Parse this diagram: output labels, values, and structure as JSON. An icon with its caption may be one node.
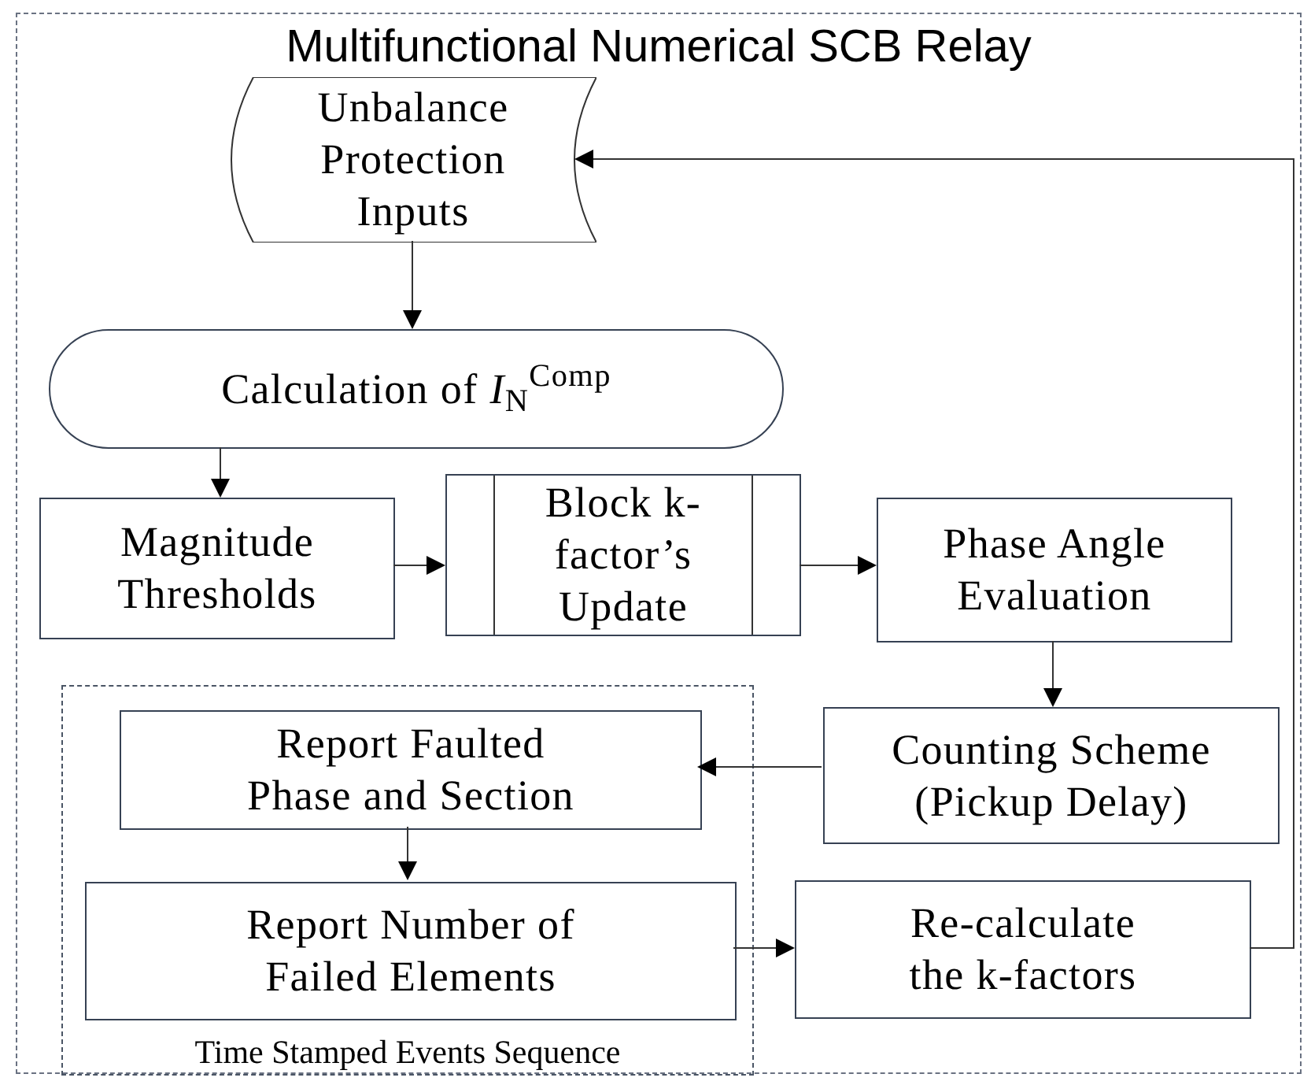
{
  "diagram": {
    "nodes": [
      {
        "text": [
          "Multifunctional Numerical SCB Relay"
        ]
      },
      {
        "text": [
          "Unbalance Protection Inputs"
        ],
        "in": 0
      },
      {
        "text": [
          "Calculation of *I*$_{N}$$^{Comp}$"
        ],
        "in": 0
      },
      {
        "text": [
          "Magnitude Thresholds"
        ],
        "in": 0
      },
      {
        "text": [
          "Block k-factor’s Update"
        ],
        "in": 0
      },
      {
        "text": [
          "Phase Angle Evaluation"
        ],
        "in": 0
      },
      {
        "text": [
          "Time Stamped Events Sequence"
        ],
        "in": 0
      },
      {
        "text": [
          "Report Faulted Phase and Section"
        ],
        "in": 6
      },
      {
        "text": [
          "Report Number of Failed Elements"
        ],
        "in": 6
      },
      {
        "text": [
          "Counting Scheme (Pickup Delay)"
        ],
        "in": 0
      },
      {
        "text": [
          "Re-calculate the k-factors"
        ],
        "in": 0
      }
    ],
    "edges": [
      {
        "from": 1,
        "to": 2,
        "arrow": "to"
      },
      {
        "from": 2,
        "to": 3,
        "arrow": "to"
      },
      {
        "from": 3,
        "to": 4,
        "arrow": "to"
      },
      {
        "from": 4,
        "to": 5,
        "arrow": "to"
      },
      {
        "from": 5,
        "to": 9,
        "arrow": "to"
      },
      {
        "from": 9,
        "to": 7,
        "arrow": "to"
      },
      {
        "from": 7,
        "to": 8,
        "arrow": "to"
      },
      {
        "from": 8,
        "to": 10,
        "arrow": "to"
      },
      {
        "from": 10,
        "to": 1,
        "arrow": "to"
      }
    ]
  }
}
